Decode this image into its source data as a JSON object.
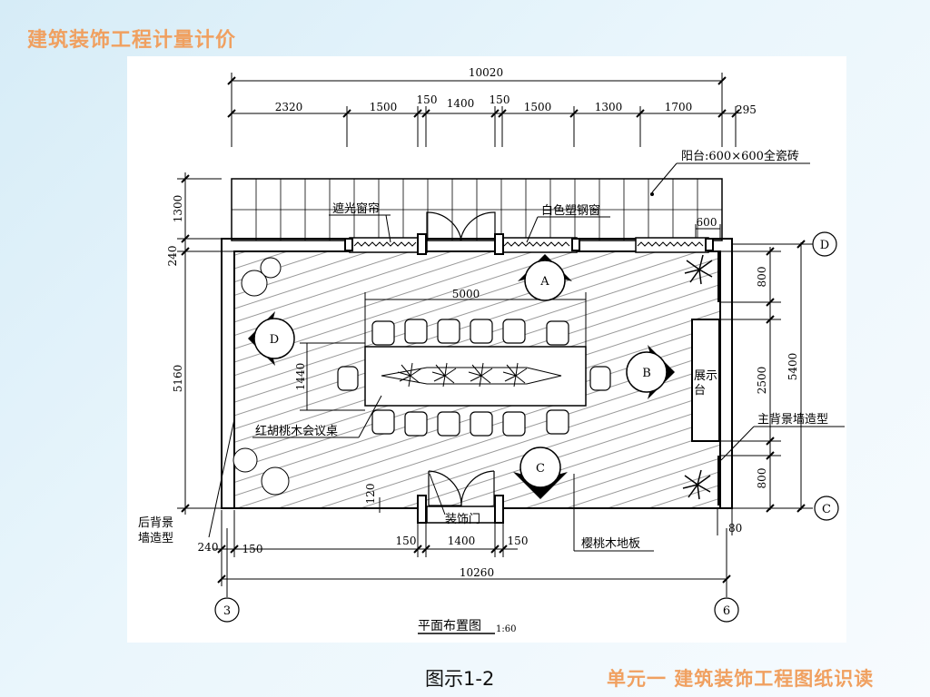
{
  "slide": {
    "title": "建筑装饰工程计量计价",
    "caption": "图示1-2",
    "footer": "单元一  建筑装饰工程图纸识读"
  },
  "drawing": {
    "top_dims": {
      "total": "10020",
      "segments": [
        "2320",
        "1500",
        "150",
        "1400",
        "150",
        "1500",
        "1300",
        "1700",
        "295"
      ]
    },
    "left_dims": [
      "1300",
      "240",
      "5160"
    ],
    "right_dims": [
      "600",
      "800",
      "2500",
      "800",
      "5400",
      "80"
    ],
    "bottom_dims": {
      "segments": [
        "240",
        "150",
        "150",
        "1400",
        "150"
      ],
      "total": "10260",
      "small": "120"
    },
    "interior_dims": [
      "5000",
      "1440"
    ],
    "axes": [
      "D",
      "C",
      "3",
      "6"
    ],
    "view_marks": [
      "A",
      "B",
      "C",
      "D"
    ],
    "labels": {
      "balcony": "阳台:600×600全瓷砖",
      "blackout_curtain": "遮光窗帘",
      "white_window": "白色塑钢窗",
      "display": "展示台",
      "main_wall": "主背景墙造型",
      "table": "红胡桃木会议桌",
      "back_wall": "后背景墙造型",
      "door": "装饰门",
      "floor": "樱桃木地板"
    },
    "plan_title": "平面布置图",
    "scale": "1:60"
  },
  "colors": {
    "accent": "#f0a060",
    "line": "#000000"
  }
}
